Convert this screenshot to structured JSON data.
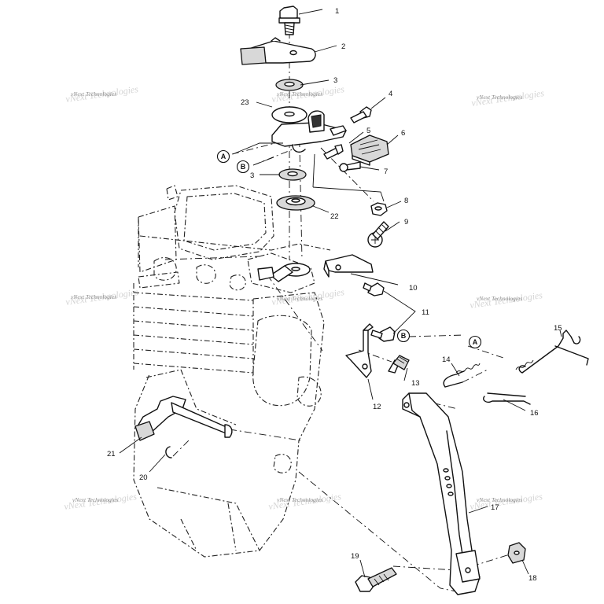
{
  "watermark": {
    "text": "vNext Technologies"
  },
  "callouts": [
    {
      "id": "1",
      "label": "1"
    },
    {
      "id": "2",
      "label": "2"
    },
    {
      "id": "3a",
      "label": "3"
    },
    {
      "id": "4",
      "label": "4"
    },
    {
      "id": "23",
      "label": "23"
    },
    {
      "id": "5",
      "label": "5"
    },
    {
      "id": "6",
      "label": "6"
    },
    {
      "id": "7",
      "label": "7"
    },
    {
      "id": "3b",
      "label": "3"
    },
    {
      "id": "22",
      "label": "22"
    },
    {
      "id": "8",
      "label": "8"
    },
    {
      "id": "9",
      "label": "9"
    },
    {
      "id": "10",
      "label": "10"
    },
    {
      "id": "11",
      "label": "11"
    },
    {
      "id": "13",
      "label": "13"
    },
    {
      "id": "12",
      "label": "12"
    },
    {
      "id": "14",
      "label": "14"
    },
    {
      "id": "15",
      "label": "15"
    },
    {
      "id": "16",
      "label": "16"
    },
    {
      "id": "17",
      "label": "17"
    },
    {
      "id": "18",
      "label": "18"
    },
    {
      "id": "19",
      "label": "19"
    },
    {
      "id": "20",
      "label": "20"
    },
    {
      "id": "21",
      "label": "21"
    }
  ],
  "connectors": [
    {
      "id": "A1",
      "label": "A"
    },
    {
      "id": "B1",
      "label": "B"
    },
    {
      "id": "B2",
      "label": "B"
    },
    {
      "id": "A2",
      "label": "A"
    }
  ]
}
